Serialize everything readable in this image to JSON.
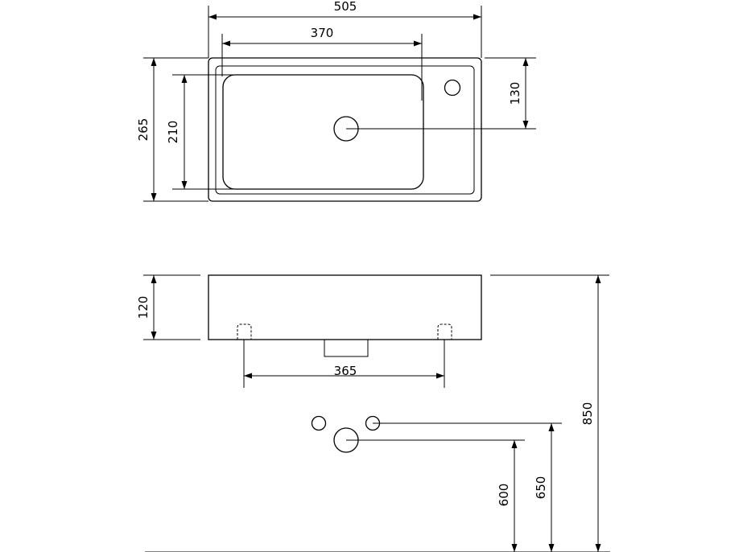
{
  "drawing": {
    "stroke_color": "#000000",
    "background": "#ffffff",
    "dimensions": {
      "top_view": {
        "overall_width": "505",
        "basin_width": "370",
        "overall_depth": "265",
        "basin_depth": "210",
        "drain_offset": "130"
      },
      "front_view": {
        "height": "120",
        "bracket_spacing": "365"
      },
      "installation": {
        "top_height": "850",
        "supply_height": "650",
        "drain_height": "600"
      }
    }
  }
}
